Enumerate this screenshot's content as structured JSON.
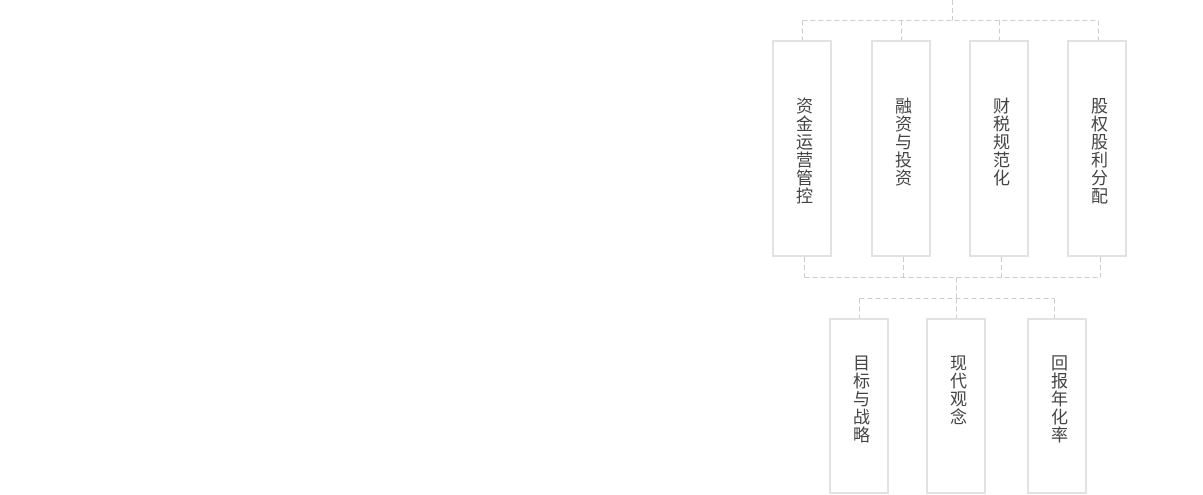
{
  "row1": [
    "资金运营管控",
    "融资与投资",
    "财税规范化",
    "股权股利分配"
  ],
  "row2": [
    "目标与战略",
    "现代观念",
    "回报年化率"
  ],
  "colors": {
    "line": "#cccccc",
    "border": "#e2e2e2",
    "text": "#444444"
  }
}
